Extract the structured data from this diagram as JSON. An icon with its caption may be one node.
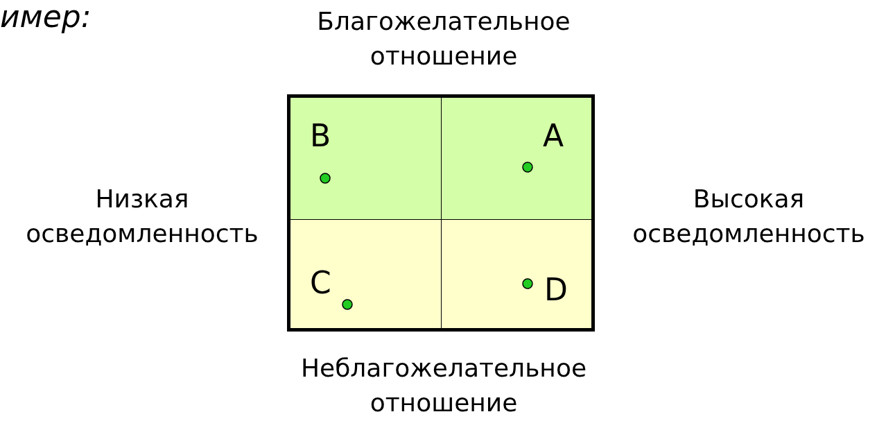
{
  "diagram": {
    "title": "имер:",
    "nodes": [
      {
        "text": [
          "B"
        ]
      },
      {
        "text": [
          "A"
        ]
      },
      {
        "text": [
          "C"
        ]
      },
      {
        "text": [
          "D"
        ]
      }
    ],
    "edges": [],
    "labels": [
      "Благожелательное отношение",
      "Низкая осведомленность",
      "Высокая осведомленность",
      "Неблагожелательное отношение"
    ]
  }
}
